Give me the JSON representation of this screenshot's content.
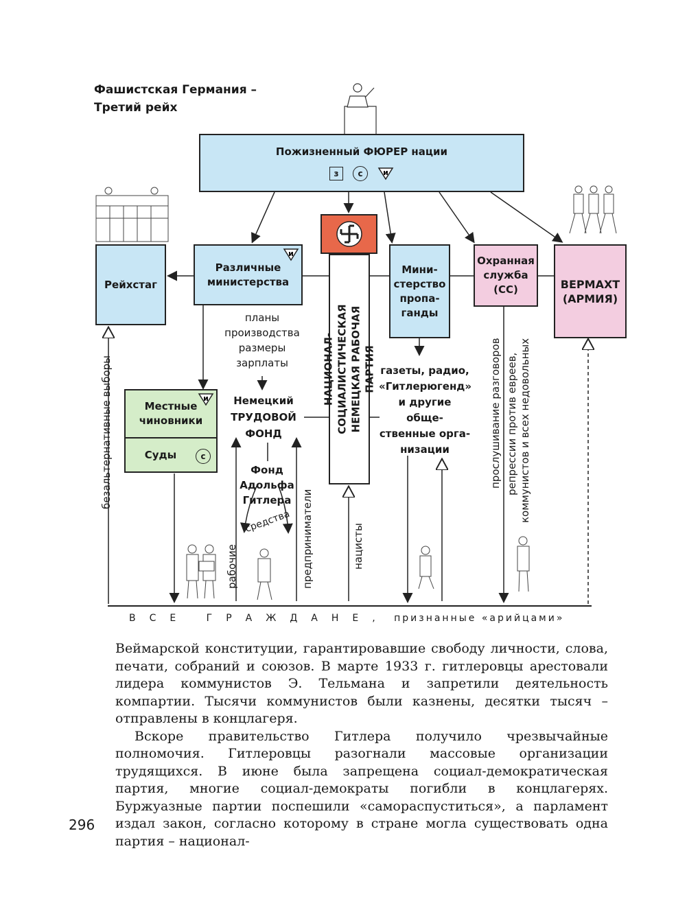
{
  "title": {
    "line1": "Фашистская Германия –",
    "line2": "Третий рейх"
  },
  "diagram": {
    "fuhrer": {
      "label": "Пожизненный ФЮРЕР нации",
      "symbols": [
        "з",
        "с",
        "и"
      ]
    },
    "reichstag": {
      "label": "Рейхстаг"
    },
    "ministries": {
      "label": "Различные министерства",
      "symbol": "и"
    },
    "party": {
      "label": "НАЦИОНАЛ-СОЦИАЛИСТИЧЕСКАЯ НЕМЕЦКАЯ РАБОЧАЯ ПАРТИЯ"
    },
    "propaganda": {
      "label": "Мини-стерство пропа-ганды"
    },
    "ss": {
      "label": "Охранная служба (СС)"
    },
    "wehrmacht": {
      "label": "ВЕРМАХТ (АРМИЯ)"
    },
    "local": {
      "label": "Местные чиновники",
      "symbol": "и"
    },
    "courts": {
      "label": "Суды",
      "symbol": "с"
    },
    "plans": {
      "label": "планы производства размеры зарплаты"
    },
    "labor_fund": {
      "label": "Немецкий ТРУДОВОЙ ФОНД"
    },
    "hitler_fund": {
      "label": "Фонд Адольфа Гитлера"
    },
    "means": {
      "label": "средства"
    },
    "media": {
      "label": "газеты, радио, «Гитлерюгенд» и другие обще-ственные орга-низации"
    },
    "vertical_labels": {
      "elections": "безальтернативные выборы",
      "workers": "рабочие",
      "entrepreneurs": "предприниматели",
      "nazis": "нацисты",
      "eavesdrop": "прослушивание разговоров",
      "repressions1": "репрессии против евреев,",
      "repressions2": "коммунистов и всех недовольных"
    },
    "citizens": {
      "part1": "ВСЕ ГРАЖДАНЕ,",
      "part2": "признанные «арийцами»"
    }
  },
  "text": {
    "p1": "Веймарской конституции, гарантировавшие свободу личности, слова, печати, собраний и союзов. В марте 1933 г. гитлеровцы арестовали лидера коммунистов Э. Тельмана и запретили деятельность компартии. Тысячи коммунистов были казнены, десятки тысяч – отправлены в концлагеря.",
    "p2": "Вскоре правительство Гитлера получило чрезвычайные полномочия. Гитлеровцы разогнали массовые организации трудящихся. В июне была запрещена социал-демократическая партия, многие социал-демократы погибли в концлагерях. Буржуазные партии поспешили «самораспуститься», а парламент издал закон, согласно которому в стране могла существовать одна партия – национал-"
  },
  "page_number": "296"
}
